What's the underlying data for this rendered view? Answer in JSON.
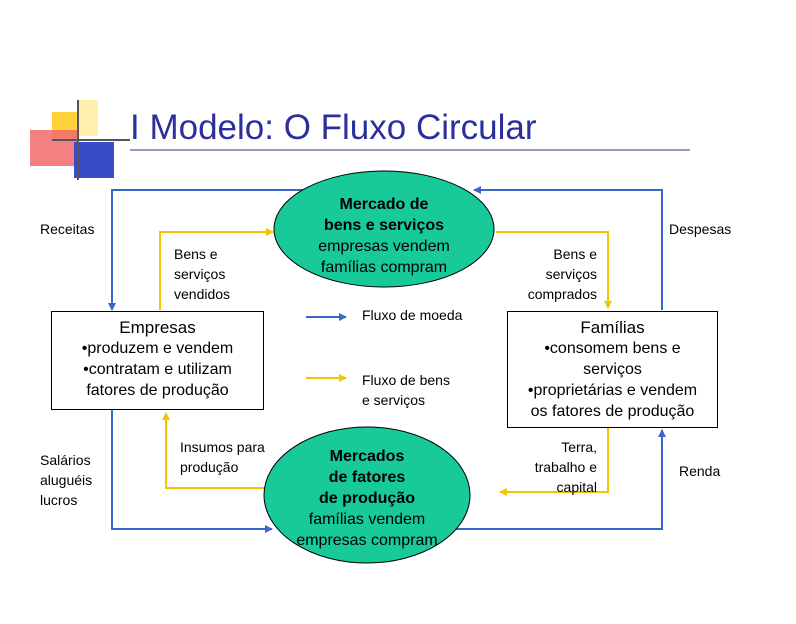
{
  "title": "I Modelo: O Fluxo Circular",
  "colors": {
    "money_flow": "#3a67c9",
    "goods_flow": "#f5c400",
    "market_fill": "#18c99a",
    "title": "#2b2f9b"
  },
  "markets": {
    "goods": {
      "title": "Mercado de\nbens e serviços",
      "line1": "empresas vendem",
      "line2": "famílias compram"
    },
    "factors": {
      "title": "Mercados\nde fatores\nde produção",
      "line1": "famílias vendem",
      "line2": "empresas compram"
    }
  },
  "firms": {
    "title": "Empresas",
    "line1": "•produzem e vendem",
    "line2": "•contratam e utilizam",
    "line3": "fatores de produção"
  },
  "households": {
    "title": "Famílias",
    "line1": "•consomem bens e",
    "line2": "serviços",
    "line3": "•proprietárias e vendem",
    "line4": "os fatores de produção"
  },
  "flow_labels": {
    "receitas": "Receitas",
    "despesas": "Despesas",
    "bens_vendidos": "Bens e\nserviços\nvendidos",
    "bens_comprados": "Bens e\nserviços\ncomprados",
    "insumos": "Insumos para\nprodução",
    "terra": "Terra,\ntrabalho e\ncapital",
    "salarios": "Salários\naluguéis\nlucros",
    "renda": "Renda"
  },
  "legend": {
    "money": "Fluxo de moeda",
    "goods": "Fluxo de bens\ne serviços"
  }
}
